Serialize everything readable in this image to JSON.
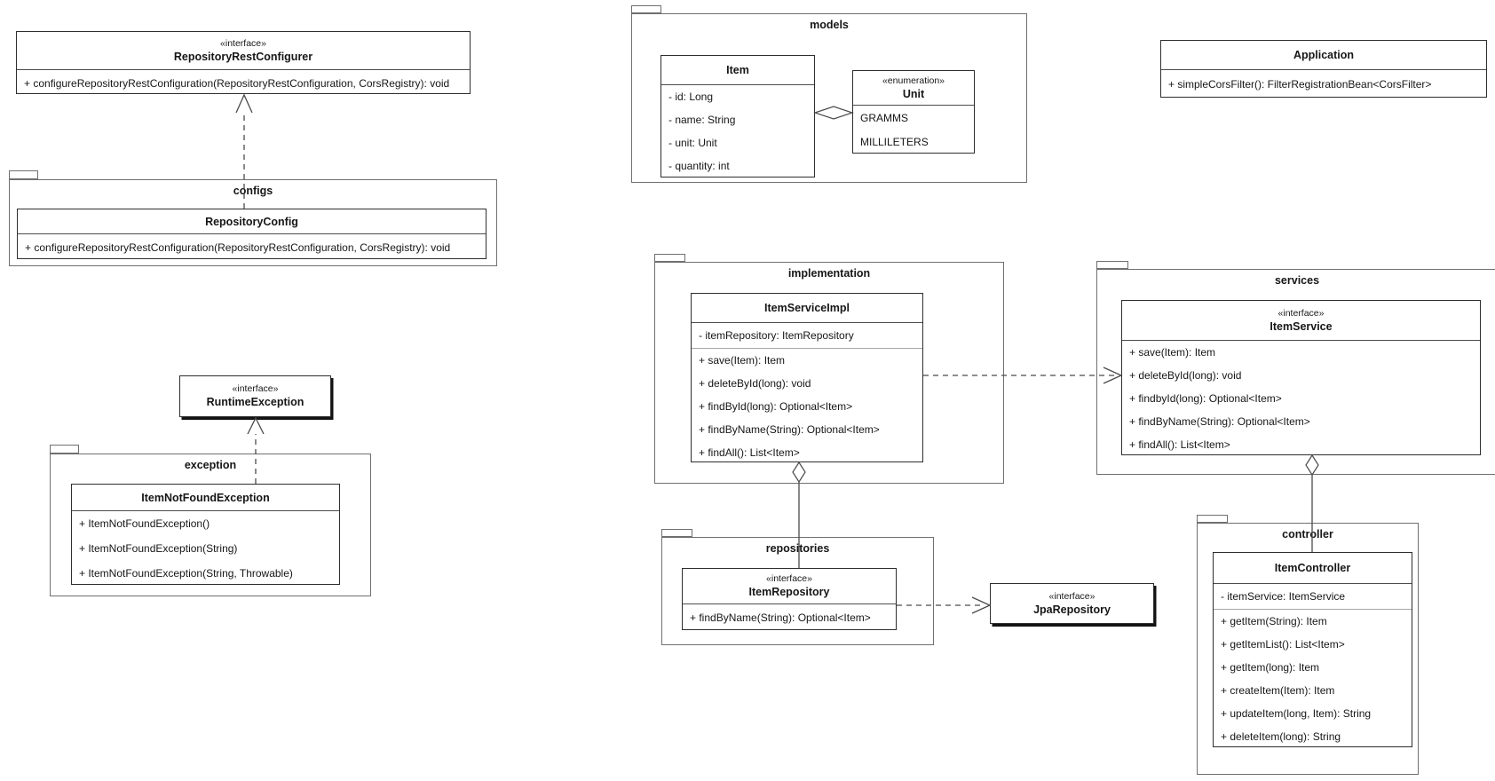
{
  "packages": {
    "configs": {
      "label": "configs"
    },
    "exception": {
      "label": "exception"
    },
    "models": {
      "label": "models"
    },
    "implementation": {
      "label": "implementation"
    },
    "repositories": {
      "label": "repositories"
    },
    "services": {
      "label": "services"
    },
    "controller": {
      "label": "controller"
    }
  },
  "classes": {
    "repositoryRestConfigurer": {
      "stereotype": "«interface»",
      "name": "RepositoryRestConfigurer",
      "methods": [
        "+ configureRepositoryRestConfiguration(RepositoryRestConfiguration, CorsRegistry): void"
      ]
    },
    "repositoryConfig": {
      "name": "RepositoryConfig",
      "methods": [
        "+ configureRepositoryRestConfiguration(RepositoryRestConfiguration, CorsRegistry): void"
      ]
    },
    "runtimeException": {
      "stereotype": "«interface»",
      "name": "RuntimeException"
    },
    "itemNotFoundException": {
      "name": "ItemNotFoundException",
      "methods": [
        "+ ItemNotFoundException()",
        "+ ItemNotFoundException(String)",
        "+ ItemNotFoundException(String, Throwable)"
      ]
    },
    "item": {
      "name": "Item",
      "attributes": [
        "- id: Long",
        "- name: String",
        "- unit: Unit",
        "- quantity: int"
      ]
    },
    "unit": {
      "stereotype": "«enumeration»",
      "name": "Unit",
      "literals": [
        "GRAMMS",
        "MILLILETERS"
      ]
    },
    "application": {
      "name": "Application",
      "methods": [
        "+ simpleCorsFilter(): FilterRegistrationBean<CorsFilter>"
      ]
    },
    "itemServiceImpl": {
      "name": "ItemServiceImpl",
      "attributes": [
        "- itemRepository: ItemRepository"
      ],
      "methods": [
        "+ save(Item): Item",
        "+ deleteById(long): void",
        "+ findById(long): Optional<Item>",
        "+ findByName(String): Optional<Item>",
        "+ findAll(): List<Item>"
      ]
    },
    "itemService": {
      "stereotype": "«interface»",
      "name": "ItemService",
      "methods": [
        "+ save(Item): Item",
        "+ deleteById(long): void",
        "+ findbyId(long): Optional<Item>",
        "+ findByName(String): Optional<Item>",
        "+ findAll(): List<Item>"
      ]
    },
    "itemRepository": {
      "stereotype": "«interface»",
      "name": "ItemRepository",
      "methods": [
        "+ findByName(String): Optional<Item>"
      ]
    },
    "jpaRepository": {
      "stereotype": "«interface»",
      "name": "JpaRepository"
    },
    "itemController": {
      "name": "ItemController",
      "attributes": [
        "- itemService: ItemService"
      ],
      "methods": [
        "+ getItem(String): Item",
        "+ getItemList(): List<Item>",
        "+ getItem(long): Item",
        "+ createItem(Item): Item",
        "+ updateItem(long, Item): String",
        "+ deleteItem(long): String"
      ]
    }
  },
  "relations": [
    {
      "from": "RepositoryConfig",
      "to": "RepositoryRestConfigurer",
      "type": "realization",
      "line": "dashed",
      "arrow": "open"
    },
    {
      "from": "ItemNotFoundException",
      "to": "RuntimeException",
      "type": "realization",
      "line": "dashed",
      "arrow": "open"
    },
    {
      "from": "Item",
      "to": "Unit",
      "type": "aggregation",
      "line": "solid",
      "arrow": "hollow-diamond"
    },
    {
      "from": "ItemServiceImpl",
      "to": "ItemService",
      "type": "dependency",
      "line": "dashed",
      "arrow": "open"
    },
    {
      "from": "ItemServiceImpl",
      "to": "ItemRepository",
      "type": "aggregation",
      "line": "solid",
      "arrow": "hollow-diamond"
    },
    {
      "from": "ItemRepository",
      "to": "JpaRepository",
      "type": "dependency",
      "line": "dashed",
      "arrow": "open"
    },
    {
      "from": "ItemService",
      "to": "ItemController",
      "type": "aggregation",
      "line": "solid",
      "arrow": "hollow-diamond"
    }
  ],
  "colors": {
    "background": "#ffffff",
    "class_border": "#2e2e2e",
    "package_border": "#6f6f6f",
    "connector": "#4a4a4a",
    "text": "#161616",
    "shadow": "#121212"
  }
}
